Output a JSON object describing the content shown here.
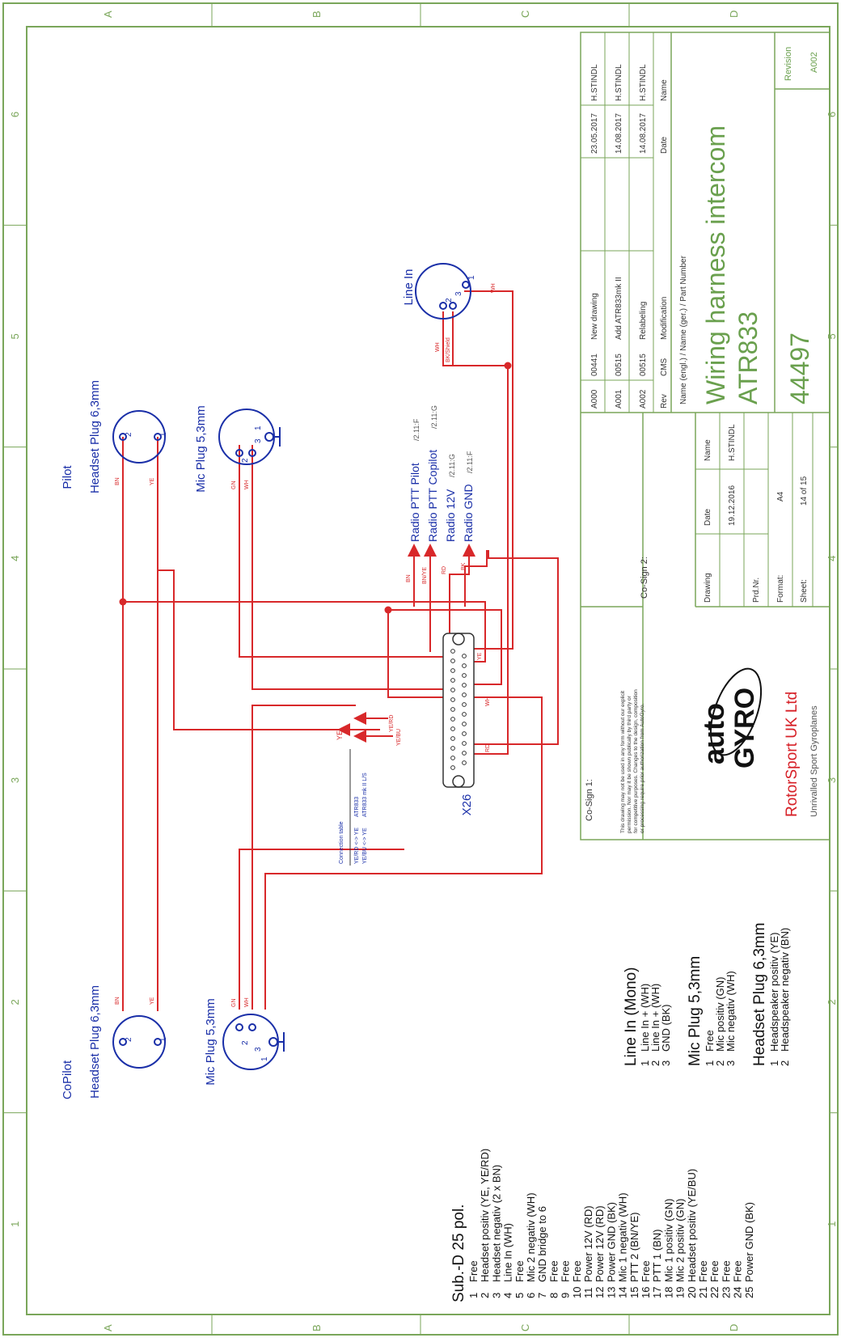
{
  "colors": {
    "frame": "#7aa65a",
    "wire": "#d8282a",
    "text": "#1a2fa8",
    "note": "#555555",
    "accent": "#d61f26",
    "title": "#6aa04e"
  },
  "zones": {
    "letters": [
      "A",
      "B",
      "C",
      "D"
    ],
    "numbers": [
      "1",
      "2",
      "3",
      "4",
      "5",
      "6"
    ]
  },
  "pilot": {
    "group": "Pilot",
    "headset": "Headset Plug 6,3mm",
    "mic": "Mic Plug 5,3mm"
  },
  "copilot": {
    "group": "CoPilot",
    "headset": "Headset Plug 6,3mm",
    "mic": "Mic Plug 5,3mm"
  },
  "line_in": {
    "title": "Line In",
    "pin_labels": [
      "2",
      "3",
      "1"
    ]
  },
  "pins": {
    "hs": [
      "2",
      "1"
    ],
    "mic": [
      "2",
      "3",
      "1"
    ]
  },
  "wires": {
    "BN": "BN",
    "YE": "YE",
    "GN": "GN",
    "WH": "WH",
    "BK": "BK",
    "RD": "RD",
    "BNYE": "BN/YE",
    "YERD": "YE/RD",
    "YEBU": "YE/BU",
    "BKSHIELD": "BK/Shield"
  },
  "radio": {
    "items": [
      {
        "label": "Radio PTT Pilot",
        "ref": "/2.11:F"
      },
      {
        "label": "Radio PTT Copilot",
        "ref": "/2.11:G"
      },
      {
        "label": "Radio 12V",
        "ref": "/2.11:G"
      },
      {
        "label": "Radio GND",
        "ref": "/2.11:F"
      }
    ]
  },
  "connector": {
    "id": "X26"
  },
  "connection_table": {
    "title": "Connection table",
    "row1_left": "YE/RD <-> YE",
    "row1_right": "ATR833",
    "row2_left": "YE/BU <-> YE",
    "row2_right": "ATR833 mk II L/S"
  },
  "subd": {
    "title": "Sub.-D 25 pol.",
    "pins": [
      "Free",
      "Headset positiv (YE, YE/RD)",
      "Headset negativ (2 x BN)",
      "Line In (WH)",
      "Free",
      "Mic 2 negativ (WH)",
      "GND bridge to 6",
      "Free",
      "Free",
      "Free",
      "Power 12V (RD)",
      "Power 12V (RD)",
      "Power GND (BK)",
      "Mic 1 negativ (WH)",
      "PTT 2 (BN/YE)",
      "Free",
      "PTT 1 (BN)",
      "Mic 1 positiv (GN)",
      "Mic 2 positiv (GN)",
      "Headset positiv (YE/BU)",
      "Free",
      "Free",
      "Free",
      "Free",
      "Power GND (BK)"
    ]
  },
  "legend": {
    "line_in": {
      "title": "Line In (Mono)",
      "pins": [
        "Line In + (WH)",
        "Line In + (WH)",
        "GND (BK)"
      ]
    },
    "mic": {
      "title": "Mic Plug 5,3mm",
      "pins": [
        "Free",
        "Mic positiv (GN)",
        "Mic negativ (WH)"
      ]
    },
    "headset": {
      "title": "Headset Plug 6,3mm",
      "pins": [
        "Headspeaker positiv (YE)",
        "Headspeaker negativ (BN)"
      ]
    }
  },
  "revisions": {
    "headers": [
      "Rev",
      "CMS",
      "Modification",
      "Date",
      "Name"
    ],
    "rows": [
      [
        "A000",
        "00441",
        "New drawing",
        "23.05.2017",
        "H.STINDL"
      ],
      [
        "A001",
        "00515",
        "Add ATR833mk II",
        "14.08.2017",
        "H.STINDL"
      ],
      [
        "A002",
        "00515",
        "Relabeling",
        "14.08.2017",
        "H.STINDL"
      ]
    ]
  },
  "title_block": {
    "name_header": "Name (engl.) / Name (ger.) / Part Number",
    "title": "Wiring harness intercom",
    "subtitle": "ATR833",
    "part_number": "44497",
    "revision_label": "Revision",
    "revision": "A002",
    "cosign1": "Co-Sign 1:",
    "cosign2": "Co-Sign 2:",
    "notice": [
      "This drawing may not be used in any form without our explicit",
      "permission. Nor may it be shown publically by third party or",
      "for competitive purposes. Changes to the design, composition",
      "or processing require prior authorization from AutoGyro."
    ],
    "drawing_label": "Drawing",
    "date_label": "Date",
    "name_label": "Name",
    "drawing_date": "19.12.2016",
    "drawing_name": "H.STINDL",
    "prod_label": "Prd.Nr.",
    "format_label": "Format:",
    "format": "A4",
    "sheet_label": "Sheet:",
    "sheet": "14 of 15",
    "logo_line1": "auto",
    "logo_line2": "GYRO",
    "company": "RotorSport UK Ltd",
    "tagline": "Unrivalled Sport Gyroplanes"
  }
}
